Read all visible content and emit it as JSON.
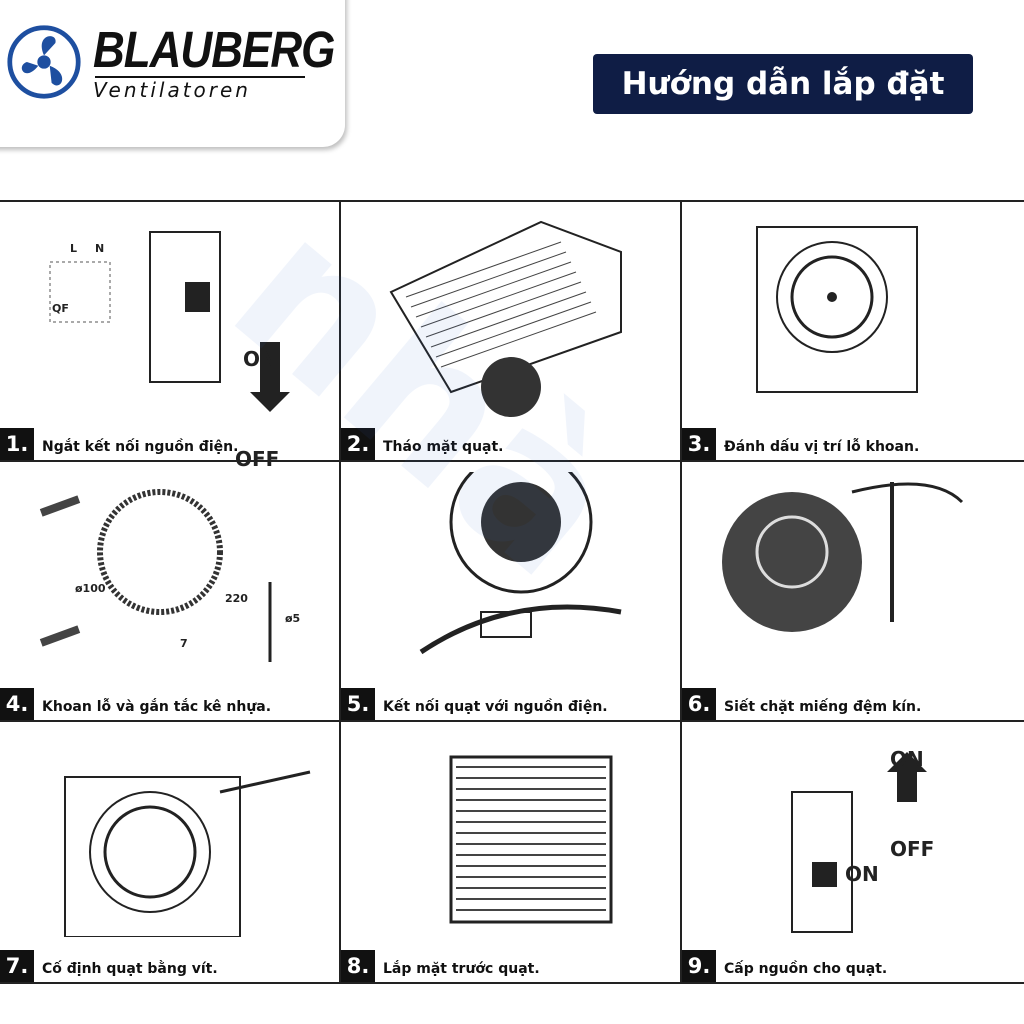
{
  "header": {
    "brand": "BLAUBERG",
    "brand_sub": "Ventilatoren",
    "title": "Hướng dẫn lắp đặt",
    "title_bg": "#0f1d45",
    "logo_color": "#1e4fa0"
  },
  "steps": [
    {
      "num": "1.",
      "caption": "Ngắt kết nối nguồn điện.",
      "labels": [
        "L",
        "N",
        "QF",
        "OFF",
        "ON",
        "OFF"
      ]
    },
    {
      "num": "2.",
      "caption": "Tháo mặt quạt."
    },
    {
      "num": "3.",
      "caption": "Đánh dấu vị trí lỗ khoan."
    },
    {
      "num": "4.",
      "caption": "Khoan lỗ và gắn tắc kê nhựa.",
      "labels": [
        "ø100",
        "220",
        "ø5",
        "7"
      ]
    },
    {
      "num": "5.",
      "caption": "Kết nối quạt với nguồn điện."
    },
    {
      "num": "6.",
      "caption": "Siết chặt miếng đệm kín."
    },
    {
      "num": "7.",
      "caption": "Cố định quạt bằng vít."
    },
    {
      "num": "8.",
      "caption": "Lắp mặt trước quạt."
    },
    {
      "num": "9.",
      "caption": "Cấp nguồn cho quạt.",
      "labels": [
        "ON",
        "OFF",
        "ON"
      ]
    }
  ]
}
